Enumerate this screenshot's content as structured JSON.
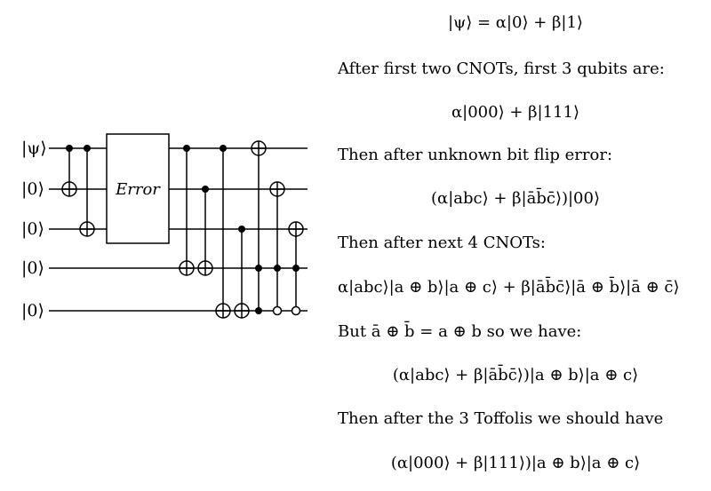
{
  "circuit": {
    "qubit_labels": [
      "|ψ⟩",
      "|0⟩",
      "|0⟩",
      "|0⟩",
      "|0⟩"
    ],
    "error_box_label": "Error"
  },
  "text": {
    "eq1": "|ψ⟩ = α|0⟩ + β|1⟩",
    "line1": "After first two CNOTs, first 3 qubits are:",
    "eq2": "α|000⟩ + β|111⟩",
    "line2": "Then after unknown bit flip error:",
    "eq3": "(α|abc⟩ + β|āb̄c̄⟩)|00⟩",
    "line3": "Then after next 4 CNOTs:",
    "eq4": "α|abc⟩|a ⊕ b⟩|a ⊕ c⟩ + β|āb̄c̄⟩|ā ⊕ b̄⟩|ā ⊕ c̄⟩",
    "line4": "But ā ⊕ b̄ = a ⊕ b so we have:",
    "eq5": "(α|abc⟩ + β|āb̄c̄⟩)|a ⊕ b⟩|a ⊕ c⟩",
    "line5": "Then after the 3 Toffolis we should have",
    "eq6": "(α|000⟩ + β|111⟩)|a ⊕ b⟩|a ⊕ c⟩"
  }
}
